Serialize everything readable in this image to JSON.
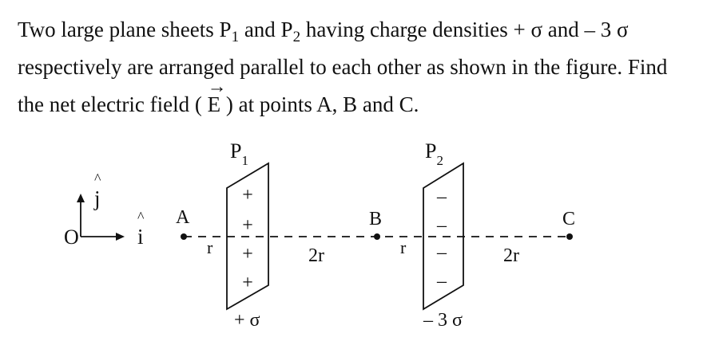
{
  "problem": {
    "line1": {
      "pre": "Two large plane sheets P",
      "sub1": "1",
      "mid": " and P",
      "sub2": "2",
      "post": " having charge densities + σ and – 3 σ"
    },
    "line2": "respectively are arranged parallel to each other as shown in the figure. Find",
    "line3": {
      "pre": "the net electric field (",
      "vector_letter": "E",
      "vector_arrow": "→",
      "post": " ) at points A, B and C."
    }
  },
  "figure": {
    "axes": {
      "origin": "O",
      "i_hat": "i",
      "j_hat": "j",
      "hat": "^"
    },
    "points": {
      "A": "A",
      "B": "B",
      "C": "C"
    },
    "sheet1": {
      "label": "P",
      "subscript": "1",
      "charges": [
        "+",
        "+",
        "+",
        "+"
      ],
      "density": "+ σ"
    },
    "sheet2": {
      "label": "P",
      "subscript": "2",
      "charges": [
        "–",
        "–",
        "–",
        "–"
      ],
      "density": "– 3 σ"
    },
    "distances": {
      "A_to_P1": "r",
      "P1_to_B": "2r",
      "B_to_P2": "r",
      "P2_to_C": "2r"
    }
  }
}
